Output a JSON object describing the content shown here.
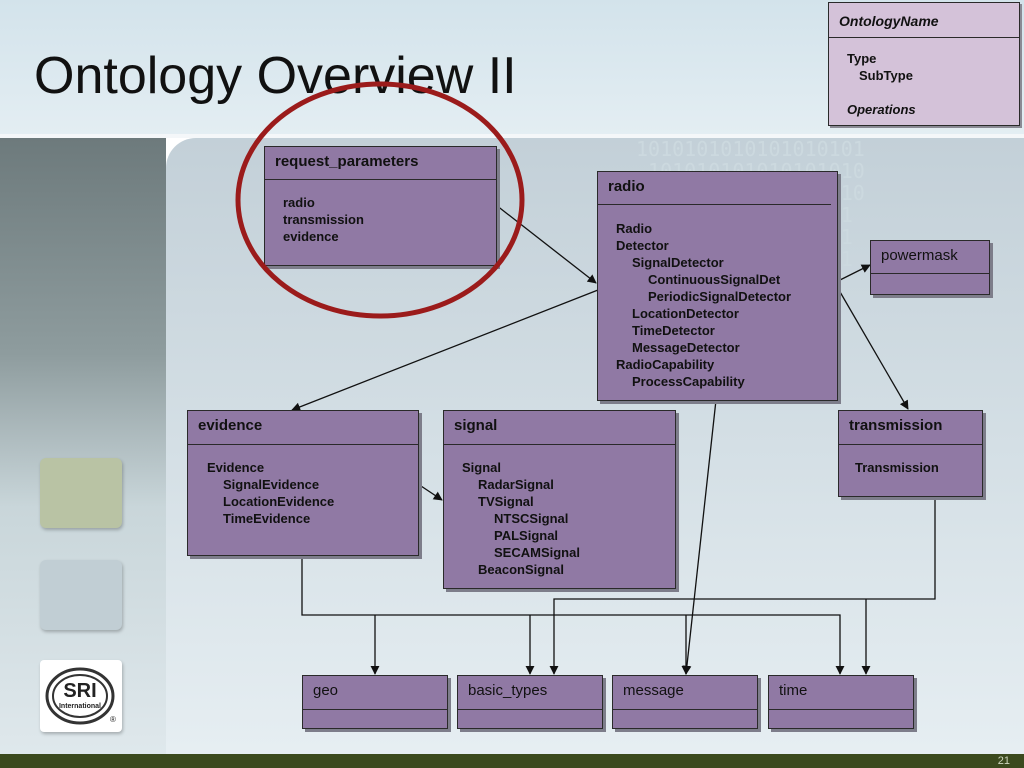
{
  "slide": {
    "title": "Ontology Overview II",
    "page_number": "21"
  },
  "legend": {
    "name": "OntologyName",
    "type": "Type",
    "subtype": "SubType",
    "operations": "Operations"
  },
  "logo": {
    "text_top": "SRI",
    "text_bottom": "International",
    "mark": "®"
  },
  "boxes": {
    "request_parameters": {
      "title": "request_parameters",
      "items": [
        "radio",
        "transmission",
        "evidence"
      ]
    },
    "radio": {
      "title": "radio",
      "items": [
        "Radio",
        "Detector",
        "SignalDetector",
        "ContinuousSignalDet",
        "PeriodicSignalDetector",
        "LocationDetector",
        "TimeDetector",
        "MessageDetector",
        "RadioCapability",
        "ProcessCapability"
      ]
    },
    "powermask": {
      "title": "powermask"
    },
    "evidence": {
      "title": "evidence",
      "items": [
        "Evidence",
        "SignalEvidence",
        "LocationEvidence",
        "TimeEvidence"
      ]
    },
    "signal": {
      "title": "signal",
      "items": [
        "Signal",
        "RadarSignal",
        "TVSignal",
        "NTSCSignal",
        "PALSignal",
        "SECAMSignal",
        "BeaconSignal"
      ]
    },
    "transmission": {
      "title": "transmission",
      "items": [
        "Transmission"
      ]
    },
    "geo": {
      "title": "geo"
    },
    "basic_types": {
      "title": "basic_types"
    },
    "message": {
      "title": "message"
    },
    "time": {
      "title": "time"
    }
  },
  "colors": {
    "box_fill": "#9079a4",
    "legend_fill": "#d4c2d9",
    "highlight_ring": "#9b1b1b",
    "footer": "#3b4a1e"
  }
}
